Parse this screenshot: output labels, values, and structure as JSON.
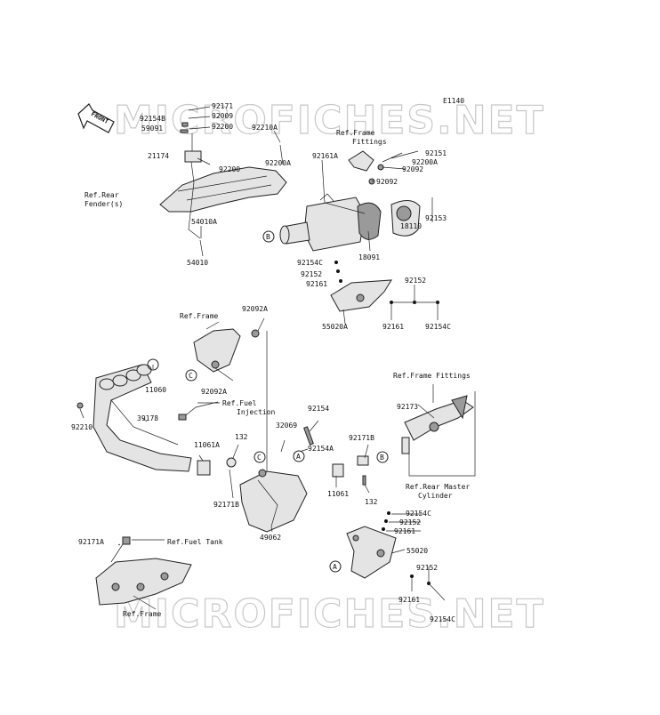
{
  "diagram": {
    "code": "E1140",
    "front_label": "FRONT",
    "watermarks": [
      "MICROFICHES.NET",
      "MICROFICHES.NET"
    ],
    "callouts": [
      "A",
      "B",
      "C"
    ],
    "refs": {
      "rear_fender": [
        "Ref.Rear",
        "Fender(s)"
      ],
      "frame_fittings_top": [
        "Ref.Frame",
        "Fittings"
      ],
      "frame_mid": "Ref.Frame",
      "fuel_injection": [
        "Ref.Fuel",
        "Injection"
      ],
      "frame_fittings_right": "Ref.Frame Fittings",
      "rear_master_cylinder": [
        "Ref.Rear Master",
        "Cylinder"
      ],
      "fuel_tank": "Ref.Fuel Tank",
      "frame_bottom": "Ref.Frame"
    },
    "parts": {
      "p92171": "92171",
      "p92154B": "92154B",
      "p92009": "92009",
      "p59091": "59091",
      "p92200a": "92200",
      "p21174": "21174",
      "p92200b": "92200",
      "p92210A": "92210A",
      "p92200A_top": "92200A",
      "p92161A": "92161A",
      "p92151": "92151",
      "p92200A_right": "92200A",
      "p92092a": "92092",
      "p92092b": "92092",
      "p54010A": "54010A",
      "p54010": "54010",
      "p92153": "92153",
      "p18091": "18091",
      "p18110": "18110",
      "p92154C_a": "92154C",
      "p92152_a": "92152",
      "p92161_a": "92161",
      "p92152_b": "92152",
      "p55020A": "55020A",
      "p92161_b": "92161",
      "p92154C_b": "92154C",
      "p92092A_top": "92092A",
      "p11060": "11060",
      "p92092A_bottom": "92092A",
      "p92210": "92210",
      "p39178": "39178",
      "p92154": "92154",
      "p32069": "32069",
      "p92154A": "92154A",
      "p92171B_right": "92171B",
      "p92173": "92173",
      "p11061A": "11061A",
      "p132_left": "132",
      "p92171B_left": "92171B",
      "p11061": "11061",
      "p132_right": "132",
      "p49062": "49062",
      "p92154C_c": "92154C",
      "p92152_c": "92152",
      "p92161_c": "92161",
      "p55020": "55020",
      "p92152_d": "92152",
      "p92161_d": "92161",
      "p92154C_d": "92154C",
      "p92171A": "92171A"
    }
  }
}
